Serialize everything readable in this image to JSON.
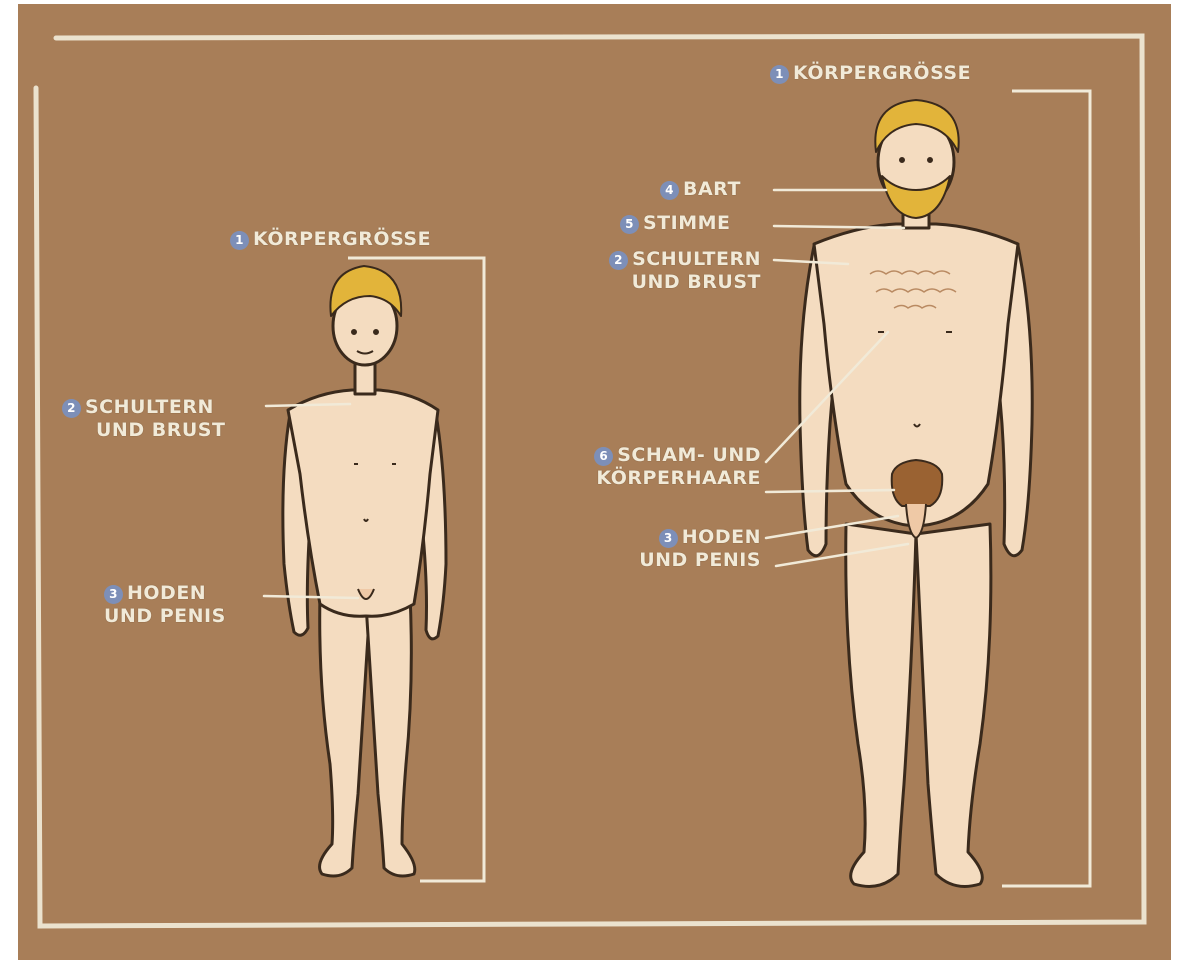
{
  "colors": {
    "background": "#a87e58",
    "chalk": "#f1ead8",
    "badge": "#7d8fb8",
    "skin": "#f4dcc0",
    "hair": "#e2b43a",
    "outline": "#3a2a1c",
    "pubic_hair": "#9a6232"
  },
  "child": {
    "height_label": {
      "num": "1",
      "text": "KÖRPERGRÖSSE"
    },
    "shoulders_label": {
      "num": "2",
      "line1": "SCHULTERN",
      "line2": "UND BRUST"
    },
    "testes_label": {
      "num": "3",
      "line1": "HODEN",
      "line2": "UND PENIS"
    }
  },
  "adult": {
    "height_label": {
      "num": "1",
      "text": "KÖRPERGRÖSSE"
    },
    "beard_label": {
      "num": "4",
      "text": "BART"
    },
    "voice_label": {
      "num": "5",
      "text": "STIMME"
    },
    "shoulders_label": {
      "num": "2",
      "line1": "SCHULTERN",
      "line2": "UND BRUST"
    },
    "hair_label": {
      "num": "6",
      "line1": "SCHAM- UND",
      "line2": "KÖRPERHAARE"
    },
    "testes_label": {
      "num": "3",
      "line1": "HODEN",
      "line2": "UND PENIS"
    }
  }
}
